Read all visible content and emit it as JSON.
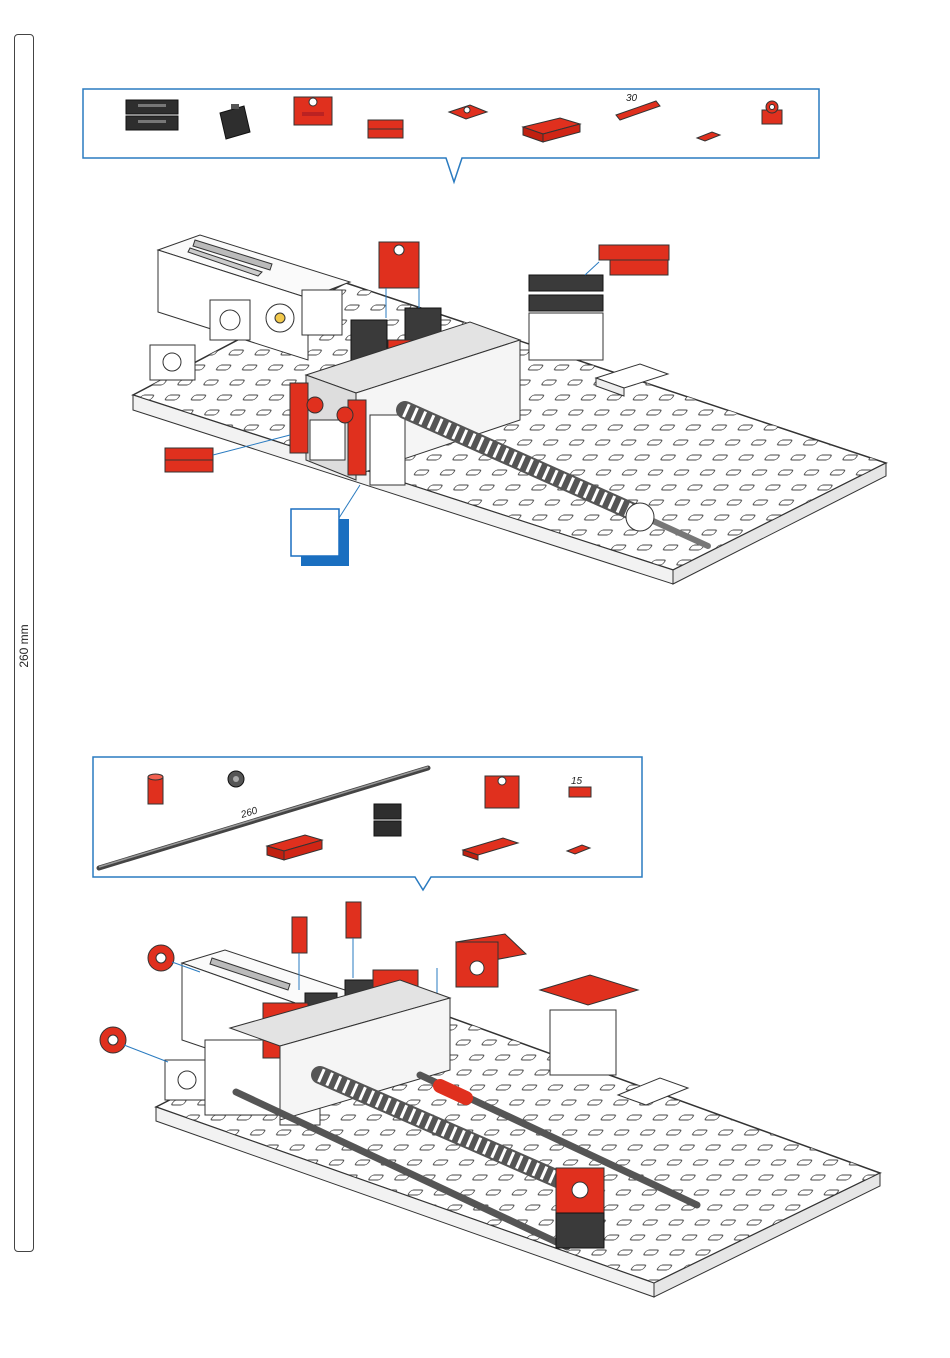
{
  "ruler": {
    "label": "260 mm"
  },
  "step1": {
    "parts_labels": {
      "axle_label": "30"
    },
    "step_box": true
  },
  "step2": {
    "parts_labels": {
      "long_axle_label": "260",
      "short_axle_label": "15"
    }
  },
  "colors": {
    "frame_blue": "#2a7bc0",
    "part_red": "#e0301e",
    "part_dark": "#2e2e2e",
    "part_grey": "#8a8a8a",
    "outline": "#333333",
    "step_blue": "#1a6fc0"
  }
}
